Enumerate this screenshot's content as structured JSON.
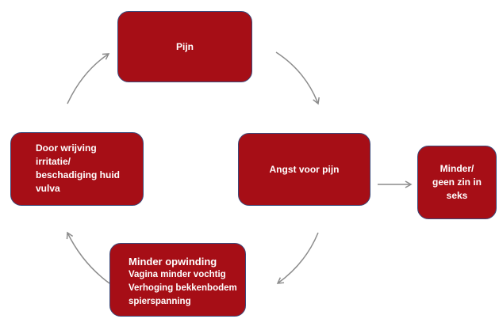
{
  "diagram": {
    "colors": {
      "box_fill": "#a60e16",
      "box_border": "#3b4a7a",
      "arrow": "#8c8c8c",
      "text": "#ffffff"
    },
    "nodes": {
      "pain": {
        "label": "Pijn"
      },
      "fear": {
        "label": "Angst voor pijn"
      },
      "less_desire": {
        "lines": [
          "Minder/",
          "geen zin in",
          "seks"
        ]
      },
      "less_arousal": {
        "lines": [
          "Minder opwinding",
          "Vagina minder vochtig",
          "Verhoging bekkenbodem",
          "spierspanning"
        ]
      },
      "friction": {
        "lines": [
          "Door wrijving",
          "irritatie/",
          "beschadiging huid",
          "vulva"
        ]
      }
    },
    "edges": [
      {
        "from": "pain",
        "to": "fear"
      },
      {
        "from": "fear",
        "to": "less_desire"
      },
      {
        "from": "fear",
        "to": "less_arousal"
      },
      {
        "from": "less_arousal",
        "to": "friction"
      },
      {
        "from": "friction",
        "to": "pain"
      }
    ]
  }
}
